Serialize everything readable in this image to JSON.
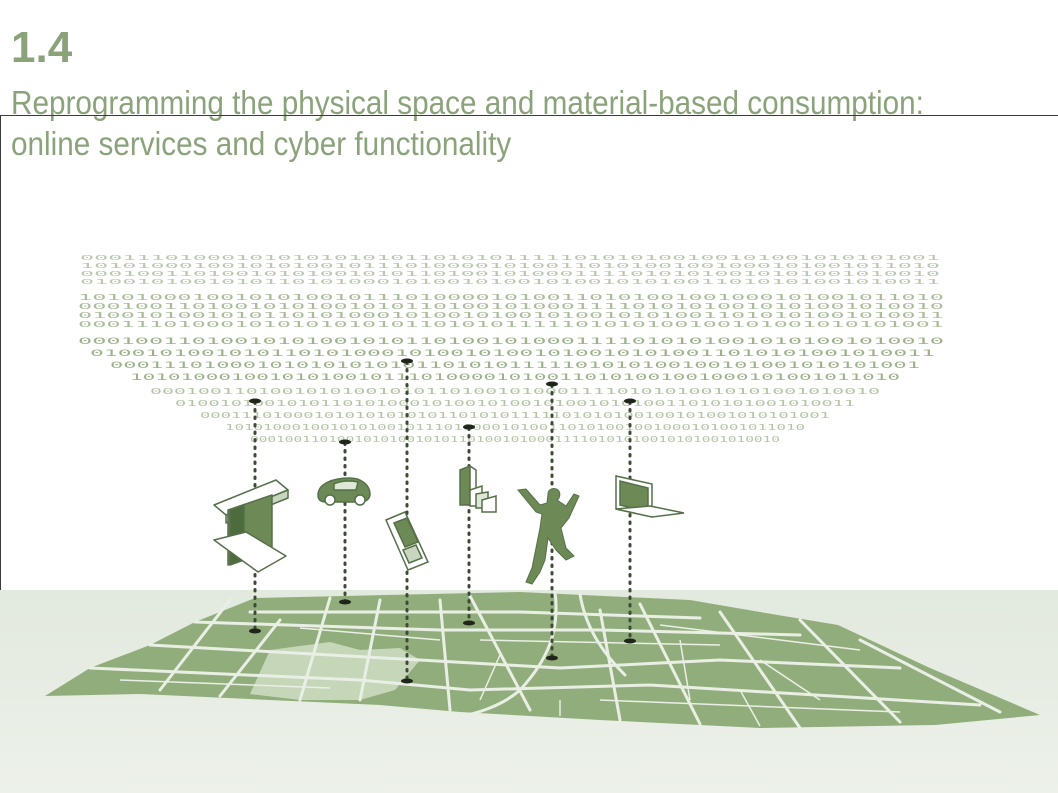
{
  "slide": {
    "section_number": "1.4",
    "title_line1": "Reprogramming the physical space and material-based consumption:",
    "title_line2": "online services and cyber functionality"
  },
  "illustration": {
    "binary_strings": [
      "0001110100010101010101011010101111101010100100101001010101001",
      "1010100010010101001011101000010100110101001001000101001011010",
      "0001001101001010100101011010010100011110101010010101001010010",
      "0100101001010110101000101001010010100101010011010101001010011"
    ],
    "icons": [
      "building-icon",
      "car-icon",
      "mobile-phone-icon",
      "towers-icon",
      "jumping-person-icon",
      "laptop-icon"
    ]
  },
  "colors": {
    "accent_green": "#8aa37a",
    "dark_green": "#6d8a56",
    "map_block_green": "#92ad7c",
    "ground": "#e4eae0",
    "binary_text": "#a9bd9a"
  }
}
